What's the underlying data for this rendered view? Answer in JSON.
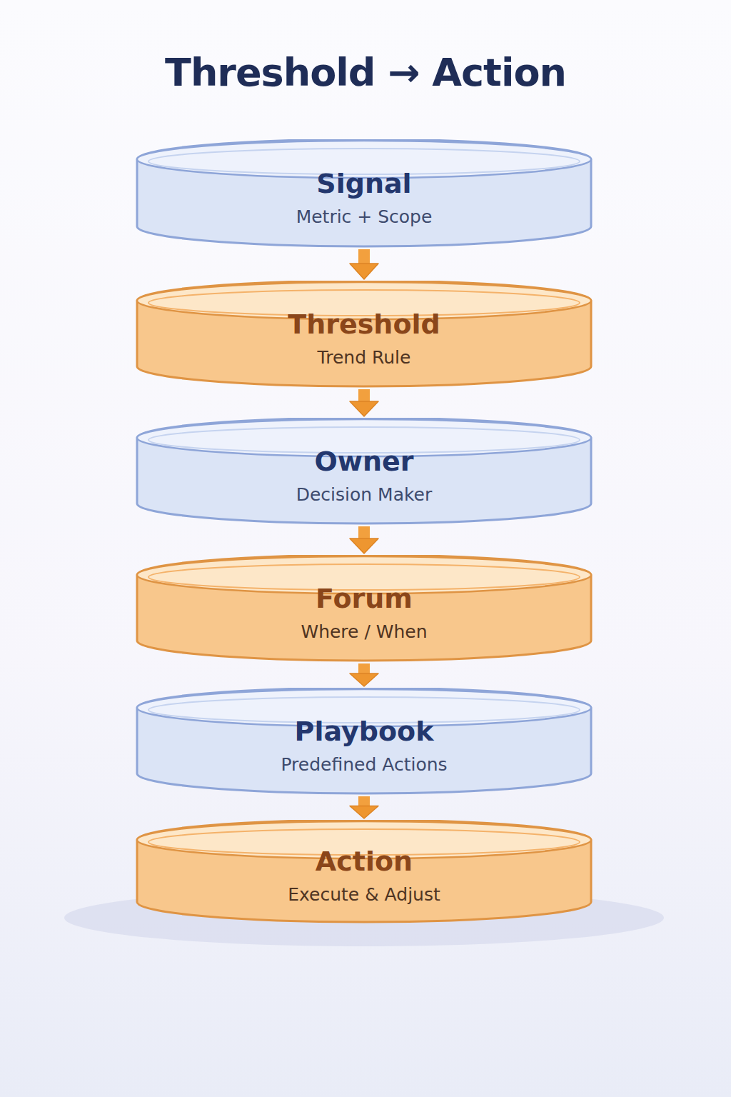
{
  "diagram": {
    "title": "Threshold → Action",
    "nodes": [
      {
        "text": [
          "Signal",
          "Metric + Scope"
        ]
      },
      {
        "text": [
          "Threshold",
          "Trend Rule"
        ]
      },
      {
        "text": [
          "Owner",
          "Decision Maker"
        ]
      },
      {
        "text": [
          "Forum",
          "Where / When"
        ]
      },
      {
        "text": [
          "Playbook",
          "Predefined Actions"
        ]
      },
      {
        "text": [
          "Action",
          "Execute & Adjust"
        ]
      }
    ],
    "edges": [
      {
        "from": 0,
        "to": 1,
        "arrow": "to"
      },
      {
        "from": 1,
        "to": 2,
        "arrow": "to"
      },
      {
        "from": 2,
        "to": 3,
        "arrow": "to"
      },
      {
        "from": 3,
        "to": 4,
        "arrow": "to"
      },
      {
        "from": 4,
        "to": 5,
        "arrow": "to"
      }
    ]
  }
}
